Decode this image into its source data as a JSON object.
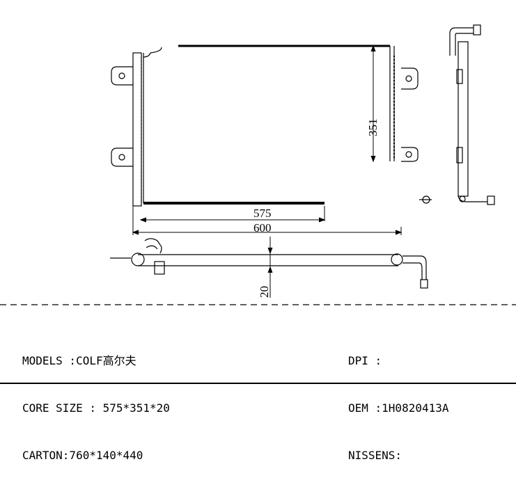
{
  "drawing": {
    "dim_core_width": "575",
    "dim_total_width": "600",
    "dim_core_height": "351",
    "dim_thickness": "20"
  },
  "specs": {
    "models": "MODELS :COLF高尔夫",
    "core_size": "CORE SIZE : 575*351*20",
    "carton": "CARTON:760*140*440"
  },
  "codes": {
    "dpi": "DPI :",
    "oem": "OEM :1H0820413A",
    "nissens": "NISSENS:"
  }
}
